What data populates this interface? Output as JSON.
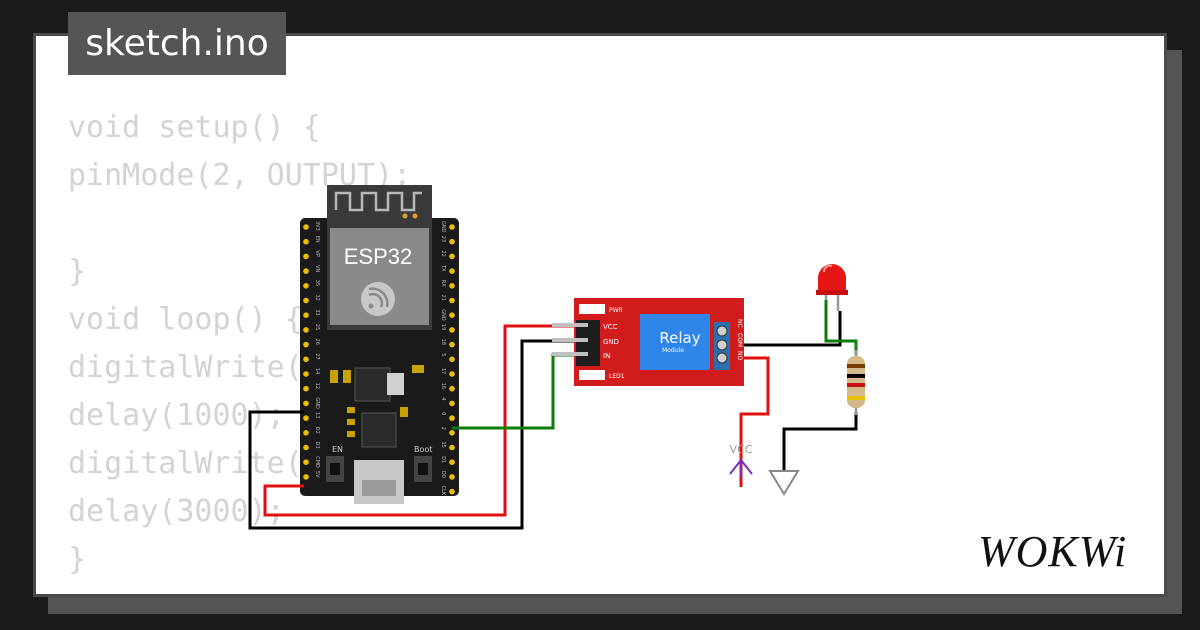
{
  "tab": {
    "filename": "sketch.ino"
  },
  "code": {
    "lines": [
      "void setup() {",
      "pinMode(2, OUTPUT);",
      "",
      "}",
      "void loop() {",
      "digitalWrite(2, HIGH);",
      "delay(1000);",
      "digitalWrite(2, LOW);",
      "delay(3000);",
      "}"
    ]
  },
  "esp32": {
    "label": "ESP32",
    "left_pins": [
      "3V3",
      "EN",
      "VP",
      "VN",
      "35",
      "32",
      "33",
      "25",
      "26",
      "27",
      "14",
      "12",
      "GND",
      "13",
      "D2",
      "D3",
      "CMD",
      "5V"
    ],
    "right_pins": [
      "GND",
      "23",
      "22",
      "TX",
      "RX",
      "21",
      "GND",
      "19",
      "18",
      "5",
      "17",
      "16",
      "4",
      "0",
      "2",
      "15",
      "D1",
      "D0",
      "CLK"
    ],
    "button_en": "EN",
    "button_boot": "Boot"
  },
  "relay": {
    "label": "Relay",
    "sublabel": "Module",
    "pwr_led": "PWR",
    "led1": "LED1",
    "pins": [
      "VCC",
      "GND",
      "IN"
    ],
    "terminals": [
      "NC",
      "COM",
      "NO"
    ]
  },
  "vcc_label": "VCC",
  "brand": "WOKWi",
  "colors": {
    "wire_red": "#e01010",
    "wire_black": "#000000",
    "wire_green": "#0a7d0a",
    "relay_board": "#d21c1c",
    "relay_body": "#2f85e8",
    "esp32_board": "#1a1a1a",
    "led_red": "#e51616",
    "vcc_purple": "#7b2fb8"
  }
}
